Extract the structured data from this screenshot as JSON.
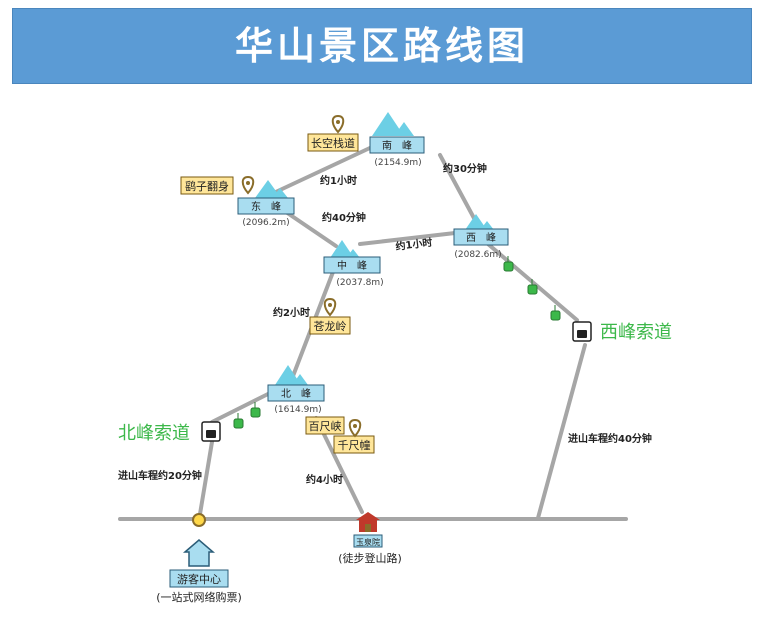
{
  "title": "华山景区路线图",
  "peaks": {
    "south": {
      "name": "南　峰",
      "elevation": "(2154.9m)"
    },
    "east": {
      "name": "东　峰",
      "elevation": "(2096.2m)"
    },
    "west": {
      "name": "西　峰",
      "elevation": "(2082.6m)"
    },
    "center": {
      "name": "中　峰",
      "elevation": "(2037.8m)"
    },
    "north": {
      "name": "北　峰",
      "elevation": "(1614.9m)"
    }
  },
  "spots": {
    "changkong": "长空栈道",
    "yaozi": "鹞子翻身",
    "canglong": "苍龙岭",
    "baichi": "百尺峡",
    "qianchi": "千尺幢"
  },
  "routes": {
    "south_east": "约1小时",
    "east_center": "约40分钟",
    "south_west": "约30分钟",
    "center_west": "约1小时",
    "center_north": "约2小时",
    "north_entry": "进山车程约20分钟",
    "west_entry": "进山车程约40分钟",
    "walk": "约4小时"
  },
  "cableways": {
    "north": "北峰索道",
    "west": "西峰索道"
  },
  "bottom": {
    "visitor_center": "游客中心",
    "visitor_note": "(一站式网络购票)",
    "yuquanyuan": "玉泉院",
    "walk_note": "(徒步登山路)"
  },
  "colors": {
    "header": "#5b9bd5",
    "peak_label": "#a9ddf0",
    "spot_label": "#ffe69a",
    "cable_green": "#3cb84a",
    "route_gray": "#a6a6a6",
    "mountain": "#6ccfe5"
  }
}
